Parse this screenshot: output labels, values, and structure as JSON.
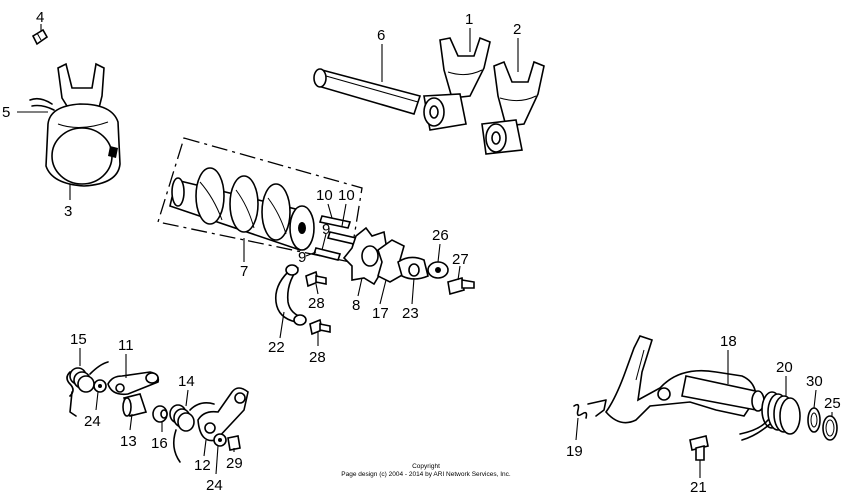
{
  "callouts": {
    "c1": "1",
    "c2": "2",
    "c3": "3",
    "c4": "4",
    "c5": "5",
    "c6": "6",
    "c7": "7",
    "c8": "8",
    "c9a": "9",
    "c9b": "9",
    "c10a": "10",
    "c10b": "10",
    "c11": "11",
    "c12": "12",
    "c13": "13",
    "c14": "14",
    "c15": "15",
    "c16": "16",
    "c17": "17",
    "c18": "18",
    "c19": "19",
    "c20": "20",
    "c21": "21",
    "c22": "22",
    "c23": "23",
    "c24a": "24",
    "c24b": "24",
    "c25": "25",
    "c26": "26",
    "c27": "27",
    "c28a": "28",
    "c28b": "28",
    "c29": "29",
    "c30": "30"
  },
  "copyright": {
    "line1": "Copyright",
    "line2": "Page design (c) 2004 - 2014 by ARI Network Services, Inc."
  }
}
